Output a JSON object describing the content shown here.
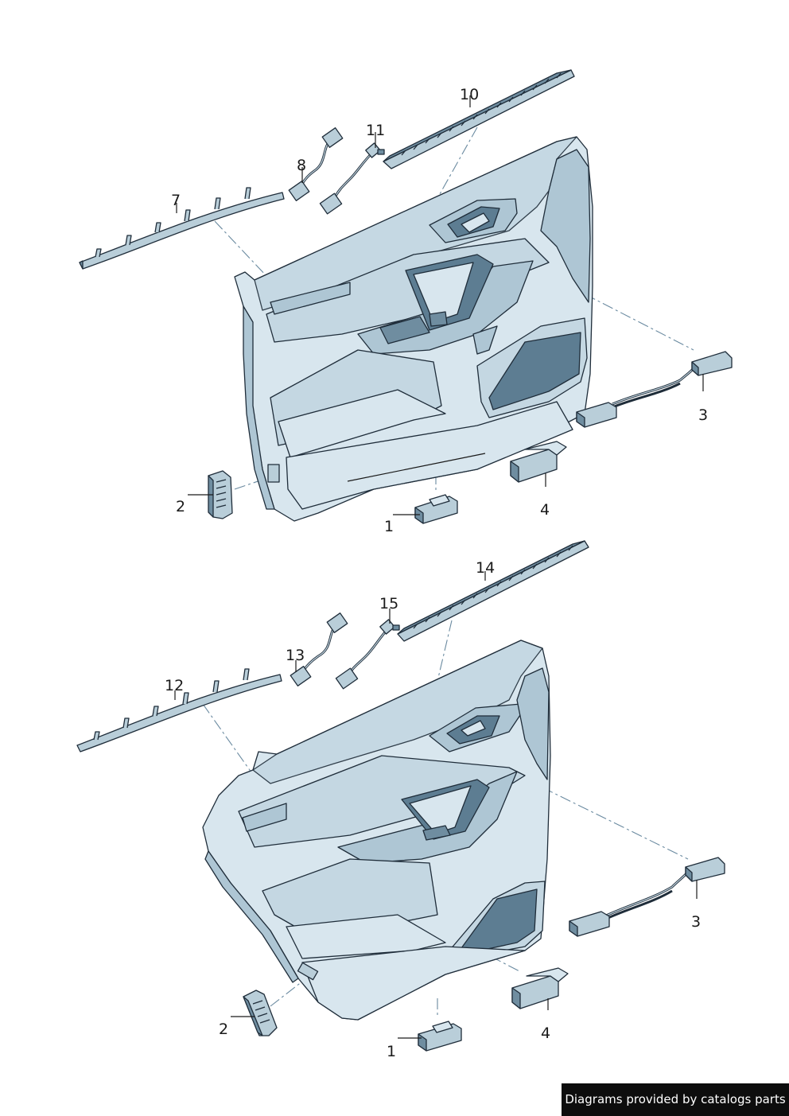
{
  "callouts_upper": [
    "10",
    "11",
    "8",
    "7",
    "3",
    "2",
    "4",
    "1"
  ],
  "callouts_lower": [
    "14",
    "15",
    "13",
    "12",
    "3",
    "2",
    "4",
    "1"
  ],
  "footer": {
    "text": "Diagrams provided by catalogs parts"
  }
}
